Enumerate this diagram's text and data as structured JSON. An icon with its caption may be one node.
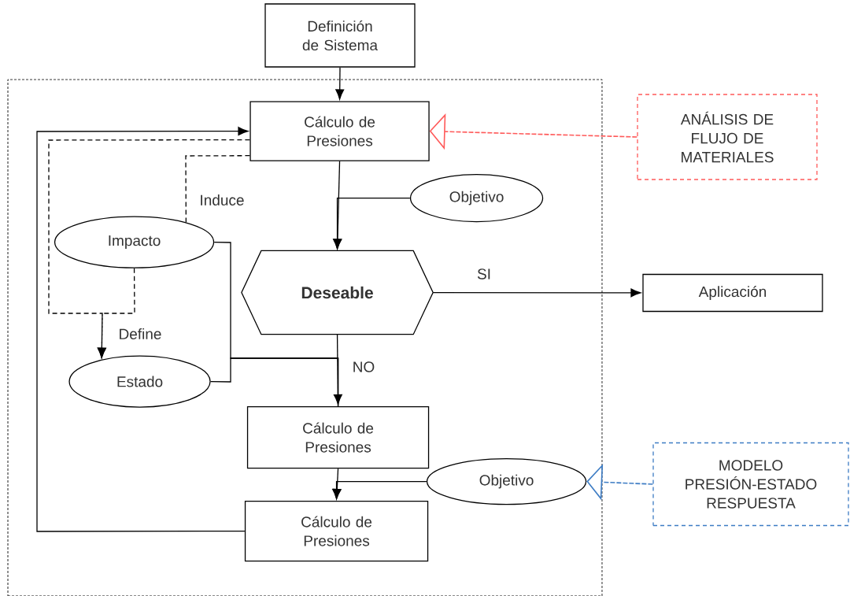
{
  "diagram": {
    "nodes": [
      {
        "text": [
          "Definición de Sistema"
        ]
      },
      {
        "text": [],
        "shape": "box"
      },
      {
        "text": [
          "Cálculo de Presiones"
        ],
        "in": 1
      },
      {
        "text": [
          "Objetivo"
        ],
        "in": 1
      },
      {
        "text": [
          "Impacto"
        ],
        "in": 1
      },
      {
        "text": [
          "Deseable"
        ],
        "in": 1
      },
      {
        "text": [
          "Aplicación"
        ]
      },
      {
        "text": [
          "Estado"
        ],
        "in": 1
      },
      {
        "text": [
          "Cálculo de Presiones"
        ],
        "in": 1
      },
      {
        "text": [
          "Objetivo"
        ],
        "in": 1
      },
      {
        "text": [
          "Cálculo de Presiones"
        ],
        "in": 1
      },
      {
        "text": [
          "ANÁLISIS DE FLUJO DE MATERIALES"
        ]
      },
      {
        "text": [
          "MODELO PRESIÓN-ESTADO RESPUESTA"
        ]
      }
    ],
    "edges": [
      {
        "from": 0,
        "to": 2,
        "arrow": "to"
      },
      {
        "from": 2,
        "to": 5,
        "arrow": "to"
      },
      {
        "from": 3,
        "to": 5,
        "arrow": "to"
      },
      {
        "from": 5,
        "to": 6,
        "arrow": "to",
        "label": "SI"
      },
      {
        "from": 5,
        "to": 8,
        "arrow": "to",
        "label": "NO"
      },
      {
        "from": 4,
        "to": 8,
        "arrow": "none"
      },
      {
        "from": 7,
        "to": 8,
        "arrow": "none"
      },
      {
        "from": 8,
        "to": 10,
        "arrow": "to"
      },
      {
        "from": 9,
        "to": 10,
        "arrow": "to"
      },
      {
        "from": 10,
        "to": 2,
        "arrow": "to"
      },
      {
        "from": 2,
        "to": 4,
        "arrow": "none",
        "style": "dashed",
        "label": "Induce"
      },
      {
        "from": 2,
        "to": 7,
        "arrow": "to",
        "style": "dashed",
        "label": "Define"
      },
      {
        "from": 4,
        "to": 7,
        "arrow": "to",
        "style": "dashed"
      },
      {
        "from": 11,
        "to": 2,
        "arrow": "to",
        "style": "dashed",
        "color": "#ff5a5a"
      },
      {
        "from": 12,
        "to": 9,
        "arrow": "to",
        "style": "dashed",
        "color": "#3d7cc4"
      }
    ]
  }
}
